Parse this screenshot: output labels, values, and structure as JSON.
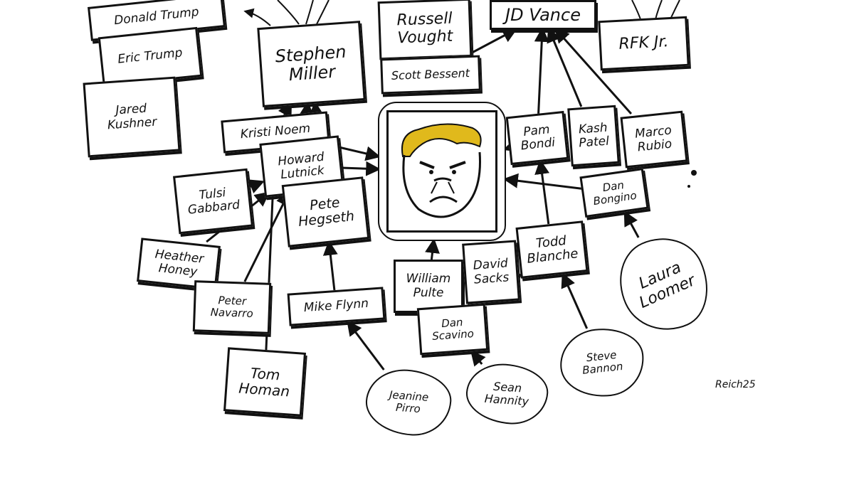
{
  "nodes": [
    {
      "id": "donald-trump",
      "label": "Donald Trump",
      "shape": "box"
    },
    {
      "id": "eric-trump",
      "label": "Eric Trump",
      "shape": "box"
    },
    {
      "id": "jared-kushner",
      "label": "Jared\nKushner",
      "shape": "box"
    },
    {
      "id": "stephen-miller",
      "label": "Stephen\nMiller",
      "shape": "box"
    },
    {
      "id": "russell-vought",
      "label": "Russell\nVought",
      "shape": "box"
    },
    {
      "id": "jd-vance",
      "label": "JD Vance",
      "shape": "box"
    },
    {
      "id": "rfk-jr",
      "label": "RFK Jr.",
      "shape": "box"
    },
    {
      "id": "scott-bessent",
      "label": "Scott Bessent",
      "shape": "box"
    },
    {
      "id": "kristi-noem",
      "label": "Kristi Noem",
      "shape": "box"
    },
    {
      "id": "howard-lutnick",
      "label": "Howard\nLutnick",
      "shape": "box"
    },
    {
      "id": "tulsi-gabbard",
      "label": "Tulsi\nGabbard",
      "shape": "box"
    },
    {
      "id": "pete-hegseth",
      "label": "Pete\nHegseth",
      "shape": "box"
    },
    {
      "id": "pam-bondi",
      "label": "Pam\nBondi",
      "shape": "box"
    },
    {
      "id": "kash-patel",
      "label": "Kash\nPatel",
      "shape": "box"
    },
    {
      "id": "marco-rubio",
      "label": "Marco\nRubio",
      "shape": "box"
    },
    {
      "id": "dan-bongino",
      "label": "Dan\nBongino",
      "shape": "box"
    },
    {
      "id": "heather-honey",
      "label": "Heather\nHoney",
      "shape": "box"
    },
    {
      "id": "peter-navarro",
      "label": "Peter\nNavarro",
      "shape": "box"
    },
    {
      "id": "todd-blanche",
      "label": "Todd\nBlanche",
      "shape": "box"
    },
    {
      "id": "william-pulte",
      "label": "William\nPulte",
      "shape": "box"
    },
    {
      "id": "david-sacks",
      "label": "David\nSacks",
      "shape": "box"
    },
    {
      "id": "mike-flynn",
      "label": "Mike Flynn",
      "shape": "box"
    },
    {
      "id": "dan-scavino",
      "label": "Dan\nScavino",
      "shape": "box"
    },
    {
      "id": "tom-homan",
      "label": "Tom\nHoman",
      "shape": "box"
    },
    {
      "id": "laura-loomer",
      "label": "Laura\nLoomer",
      "shape": "cloud"
    },
    {
      "id": "steve-bannon",
      "label": "Steve\nBannon",
      "shape": "cloud"
    },
    {
      "id": "jeanine-pirro",
      "label": "Jeanine\nPirro",
      "shape": "cloud"
    },
    {
      "id": "sean-hannity",
      "label": "Sean\nHannity",
      "shape": "cloud"
    }
  ],
  "edges": [
    {
      "from": "kristi-noem",
      "to": "stephen-miller"
    },
    {
      "from": "howard-lutnick",
      "to": "stephen-miller"
    },
    {
      "from": "pete-hegseth",
      "to": "stephen-miller"
    },
    {
      "from": "tulsi-gabbard",
      "to": "howard-lutnick"
    },
    {
      "from": "heather-honey",
      "to": "howard-lutnick"
    },
    {
      "from": "peter-navarro",
      "to": "howard-lutnick"
    },
    {
      "from": "tom-homan",
      "to": "kristi-noem"
    },
    {
      "from": "mike-flynn",
      "to": "pete-hegseth"
    },
    {
      "from": "jeanine-pirro",
      "to": "mike-flynn"
    },
    {
      "from": "sean-hannity",
      "to": "dan-scavino"
    },
    {
      "from": "dan-scavino",
      "to": "todd-blanche"
    },
    {
      "from": "steve-bannon",
      "to": "todd-blanche"
    },
    {
      "from": "laura-loomer",
      "to": "dan-bongino"
    },
    {
      "from": "todd-blanche",
      "to": "pam-bondi"
    },
    {
      "from": "pam-bondi",
      "to": "jd-vance"
    },
    {
      "from": "kash-patel",
      "to": "jd-vance"
    },
    {
      "from": "marco-rubio",
      "to": "jd-vance"
    },
    {
      "from": "scott-bessent",
      "to": "jd-vance"
    },
    {
      "from": "william-pulte",
      "to": "trump-portrait"
    },
    {
      "from": "scott-bessent",
      "to": "russell-vought"
    },
    {
      "from": "kristi-noem",
      "to": "trump-portrait"
    },
    {
      "from": "howard-lutnick",
      "to": "trump-portrait"
    },
    {
      "from": "pam-bondi",
      "to": "trump-portrait"
    },
    {
      "from": "dan-bongino",
      "to": "trump-portrait"
    }
  ],
  "colors": {
    "ink": "#111111",
    "hair": "#e0b91c",
    "paper": "#ffffff"
  },
  "signature": "Reich25"
}
